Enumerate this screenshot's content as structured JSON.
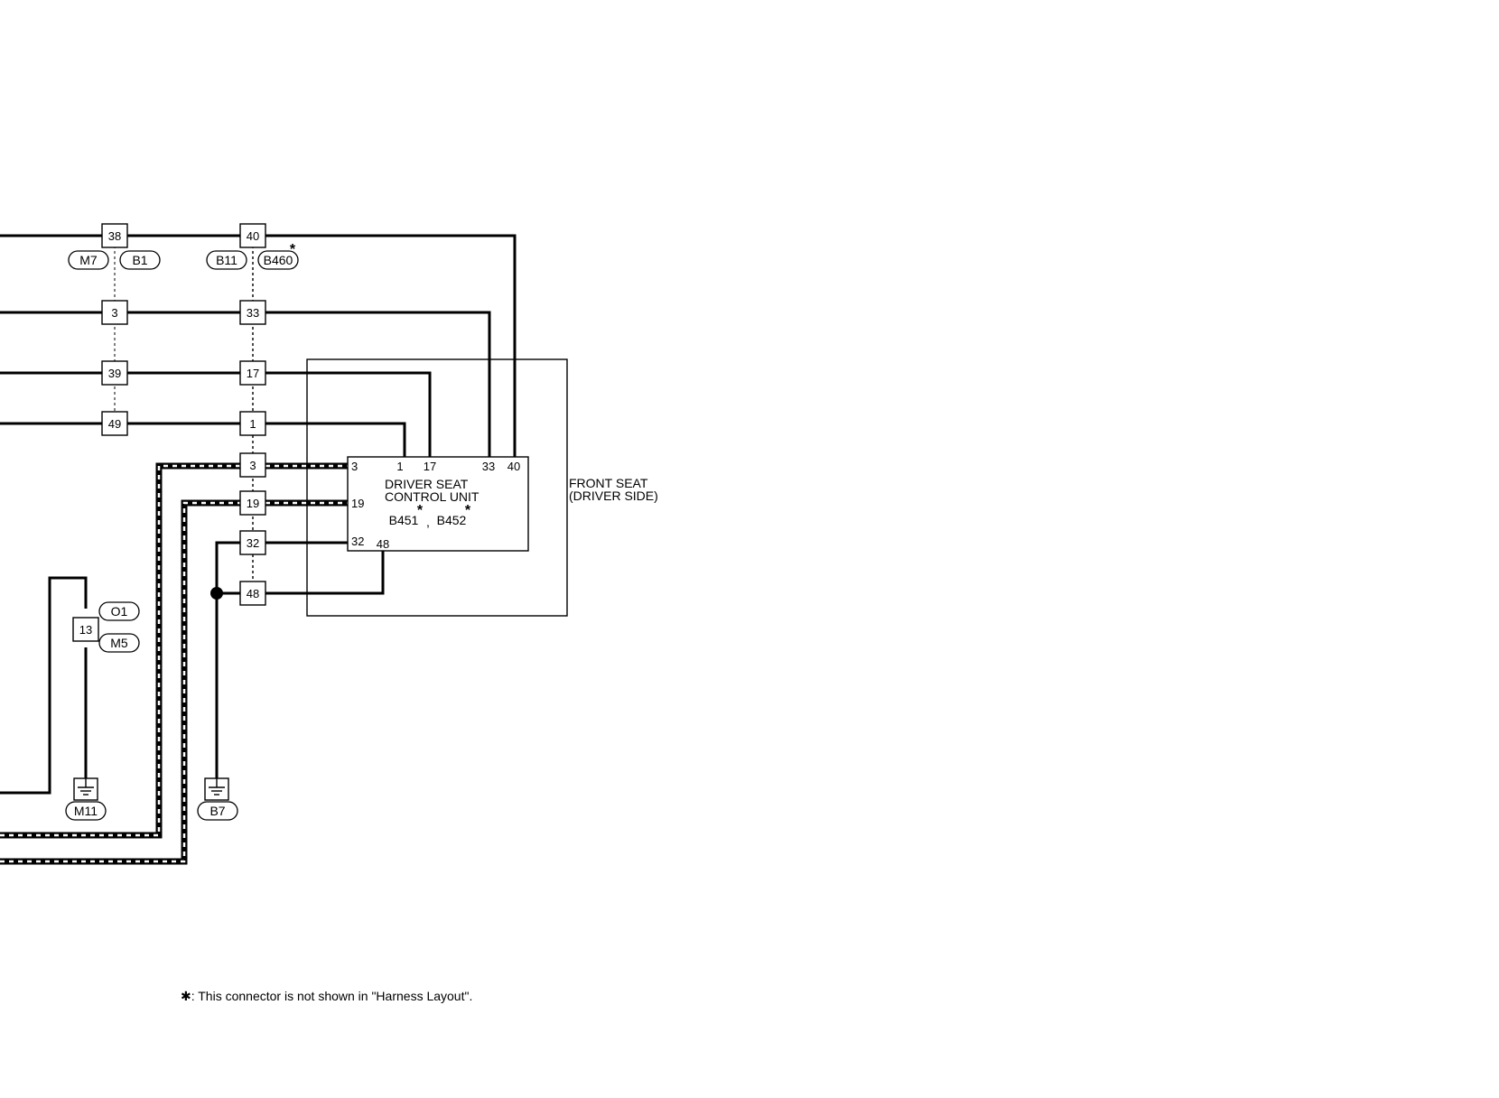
{
  "junction_pins": {
    "left": [
      "38",
      "3",
      "39",
      "49"
    ],
    "right": [
      "40",
      "33",
      "17",
      "1",
      "3",
      "19",
      "32",
      "48"
    ],
    "ground_joint": "13"
  },
  "connectors": {
    "m7": "M7",
    "b1": "B1",
    "b11": "B11",
    "b460": "B460",
    "o1": "O1",
    "m5": "M5",
    "m11": "M11",
    "b7": "B7",
    "b451": "B451",
    "b452": "B452"
  },
  "asterisk": "*",
  "comma": ",",
  "control_unit": {
    "title_line1": "DRIVER SEAT",
    "title_line2": "CONTROL UNIT",
    "top_pins": [
      "1",
      "17",
      "33",
      "40"
    ],
    "left_pins": [
      "3",
      "19",
      "32"
    ],
    "bottom_pin": "48"
  },
  "assembly": {
    "line1": "FRONT SEAT",
    "line2": "(DRIVER SIDE)"
  },
  "footnote": "✱: This connector is not shown in \"Harness Layout\"."
}
